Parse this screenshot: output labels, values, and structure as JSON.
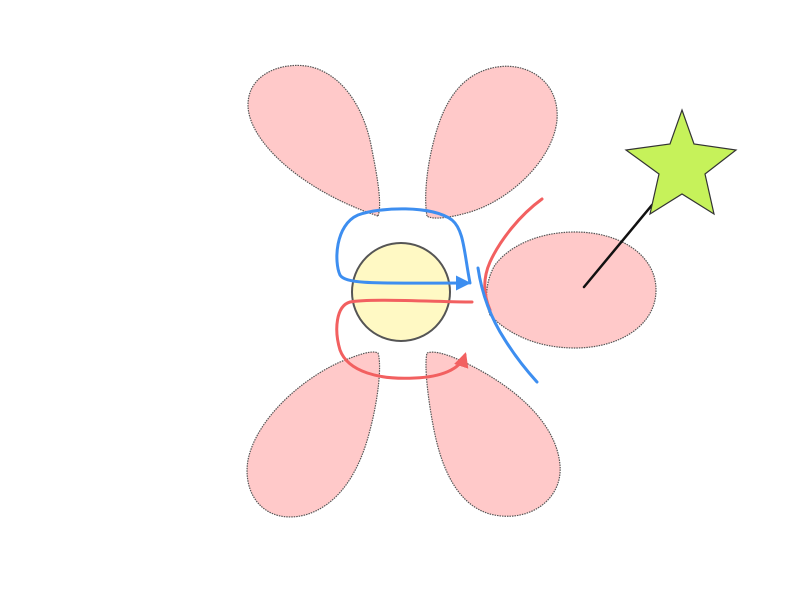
{
  "colors": {
    "background": "#ffffff",
    "petal_fill": "#ffc9c9",
    "petal_outline": "#555555",
    "center_fill": "#fff9c4",
    "center_outline": "#555555",
    "blue_path": "#3d8ef0",
    "red_path": "#f26060",
    "wand_stick": "#111111",
    "star_fill": "#c6f25a",
    "star_outline": "#333333"
  },
  "elements": {
    "petals": [
      "upper-left",
      "upper-right",
      "right",
      "lower-left",
      "lower-right"
    ],
    "center": "center-disc",
    "paths": [
      "blue-loop-arrow",
      "red-loop-arrow",
      "red-curve",
      "blue-curve"
    ],
    "wand": "star-wand"
  }
}
